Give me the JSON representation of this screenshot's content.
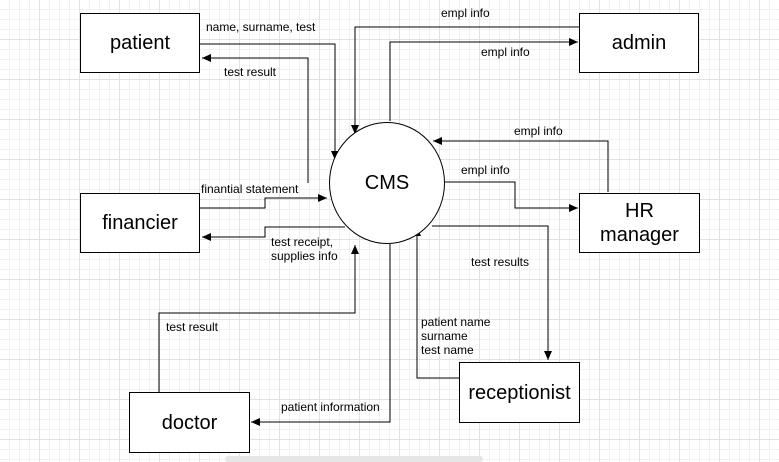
{
  "diagram": {
    "center": {
      "label": "CMS"
    },
    "entities": {
      "patient": "patient",
      "admin": "admin",
      "financier": "financier",
      "hr_manager_line1": "HR",
      "hr_manager_line2": "manager",
      "doctor": "doctor",
      "receptionist": "receptionist"
    },
    "flows": {
      "patient_to_cms": "name, surname, test",
      "cms_to_patient": "test result",
      "admin_to_cms": "empl info",
      "cms_to_admin": "empl info",
      "hr_to_cms": "empl info",
      "cms_to_hr": "empl info",
      "financier_to_cms": "finantial statement",
      "cms_to_financier_line1": "test receipt,",
      "cms_to_financier_line2": "supplies info",
      "cms_to_receptionist": "test results",
      "receptionist_to_cms_line1": "patient  name",
      "receptionist_to_cms_line2": "surname",
      "receptionist_to_cms_line3": "test name",
      "doctor_to_cms": "test result",
      "cms_to_doctor": "patient information"
    }
  }
}
